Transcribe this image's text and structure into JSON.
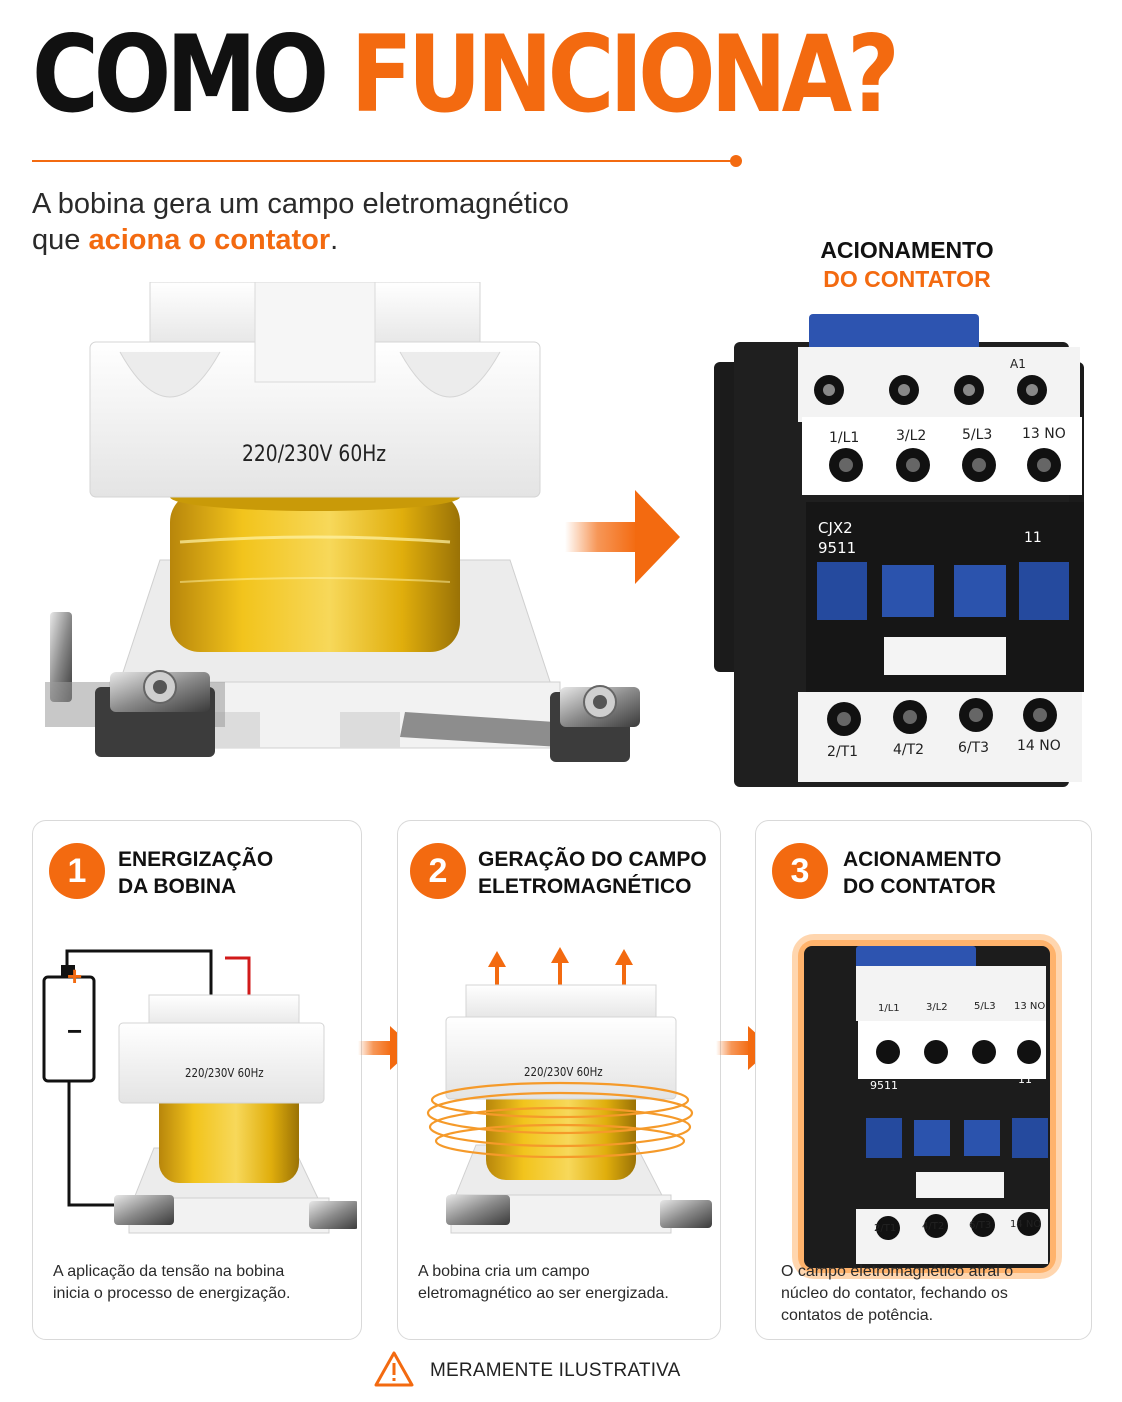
{
  "header": {
    "title_word1": "COMO",
    "title_word2": "FUNCIONA?",
    "subtitle_line1": "A bobina gera um campo eletromagnético",
    "subtitle_line2_pre": "que ",
    "subtitle_line2_highlight": "aciona o contator",
    "subtitle_line2_post": "."
  },
  "hero": {
    "coil_label": "220/230V 60Hz",
    "caption_line1": "ACIONAMENTO",
    "caption_line2": "DO CONTATOR"
  },
  "contactor": {
    "terminal_top": [
      "1/L1",
      "3/L2",
      "5/L3",
      "13 NO"
    ],
    "terminal_bottom": [
      "2/T1",
      "4/T2",
      "6/T3",
      "14 NO"
    ],
    "model_line1": "CJX2",
    "model_line2": "9511",
    "aux_code": "11",
    "coil_terminal": "A1"
  },
  "steps": [
    {
      "number": "1",
      "title_line1": "ENERGIZAÇÃO",
      "title_line2": "DA BOBINA",
      "coil_label": "220/230V 60Hz",
      "description_line1": "A aplicação da tensão na bobina",
      "description_line2": "inicia o processo de energização."
    },
    {
      "number": "2",
      "title_line1": "GERAÇÃO DO CAMPO",
      "title_line2": "ELETROMAGNÉTICO",
      "coil_label": "220/230V 60Hz",
      "description_line1": "A bobina cria um campo",
      "description_line2": "eletromagnético ao ser energizada."
    },
    {
      "number": "3",
      "title_line1": "ACIONAMENTO",
      "title_line2": "DO CONTATOR",
      "description_line1": "O campo eletromagnético atrai o",
      "description_line2": "núcleo do contator, fechando os",
      "description_line3": "contatos de potência."
    }
  ],
  "battery": {
    "plus": "+",
    "minus": "−"
  },
  "footer": {
    "warning_text": "MERAMENTE ILUSTRATIVA"
  },
  "colors": {
    "accent": "#f36a10",
    "dark": "#111111",
    "contactor_blue": "#1f3f8f",
    "coil_yellow": "#e2b40e"
  }
}
